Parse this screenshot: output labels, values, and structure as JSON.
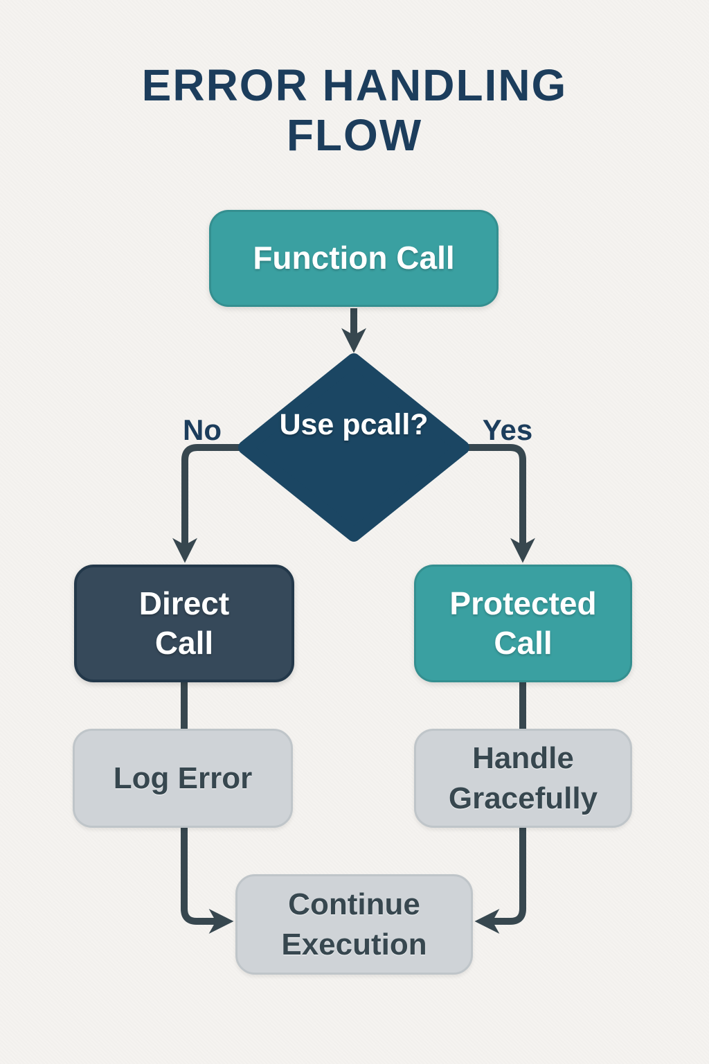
{
  "title": "ERROR HANDLING FLOW",
  "nodes": {
    "function_call": {
      "label": "Function Call",
      "type": "start"
    },
    "decision": {
      "line1": "Use",
      "line2": "pcall?",
      "type": "decision"
    },
    "direct_call": {
      "line1": "Direct",
      "line2": "Call",
      "type": "process"
    },
    "protected_call": {
      "line1": "Protected",
      "line2": "Call",
      "type": "process"
    },
    "log_error": {
      "label": "Log Error",
      "type": "process"
    },
    "handle_gracefully": {
      "line1": "Handle",
      "line2": "Gracefully",
      "type": "process"
    },
    "continue_execution": {
      "line1": "Continue",
      "line2": "Execution",
      "type": "end"
    }
  },
  "edges": {
    "no_label": "No",
    "yes_label": "Yes"
  },
  "colors": {
    "background": "#F5F3F0",
    "teal": "#3AA0A1",
    "navy": "#1B4663",
    "slate": "#36495A",
    "gray_box": "#CFD3D7",
    "connector": "#37474F",
    "title_text": "#1C3D5C",
    "white_text": "#FFFFFF"
  }
}
